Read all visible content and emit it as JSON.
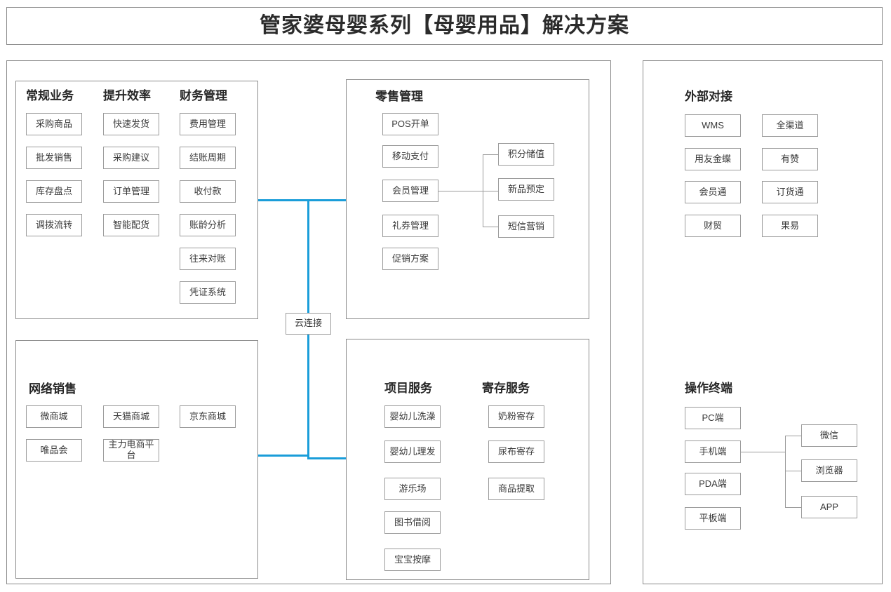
{
  "header": {
    "title": "管家婆母婴系列【母婴用品】解决方案"
  },
  "accent_color": "#1a9dd9",
  "border_color": "#8a8a8a",
  "node_border_color": "#9b9b9b",
  "connector": {
    "cloud_label": "云连接"
  },
  "core": {
    "columns": [
      {
        "heading": "常规业务",
        "items": [
          "采购商品",
          "批发销售",
          "库存盘点",
          "调拨流转"
        ]
      },
      {
        "heading": "提升效率",
        "items": [
          "快速发货",
          "采购建议",
          "订单管理",
          "智能配货"
        ]
      },
      {
        "heading": "财务管理",
        "items": [
          "费用管理",
          "结账周期",
          "收付款",
          "账龄分析",
          "往来对账",
          "凭证系统"
        ]
      }
    ]
  },
  "retail": {
    "heading": "零售管理",
    "items": [
      "POS开单",
      "移动支付",
      "会员管理",
      "礼券管理",
      "促销方案"
    ],
    "member_branches": [
      "积分储值",
      "新品预定",
      "短信营销"
    ]
  },
  "online": {
    "heading": "网络销售",
    "row1": [
      "微商城",
      "天猫商城",
      "京东商城"
    ],
    "row2": [
      "唯品会",
      "主力电商平台"
    ]
  },
  "service": {
    "project": {
      "heading": "项目服务",
      "items": [
        "婴幼儿洗澡",
        "婴幼儿理发",
        "游乐场",
        "图书借阅",
        "宝宝按摩"
      ]
    },
    "storage": {
      "heading": "寄存服务",
      "items": [
        "奶粉寄存",
        "尿布寄存",
        "商品提取"
      ]
    }
  },
  "external": {
    "heading": "外部对接",
    "col1": [
      "WMS",
      "用友金蝶",
      "会员通",
      "财贸"
    ],
    "col2": [
      "全渠道",
      "有赞",
      "订货通",
      "果易"
    ]
  },
  "terminal": {
    "heading": "操作终端",
    "items": [
      "PC端",
      "手机端",
      "PDA端",
      "平板端"
    ],
    "mobile_branches": [
      "微信",
      "浏览器",
      "APP"
    ]
  }
}
